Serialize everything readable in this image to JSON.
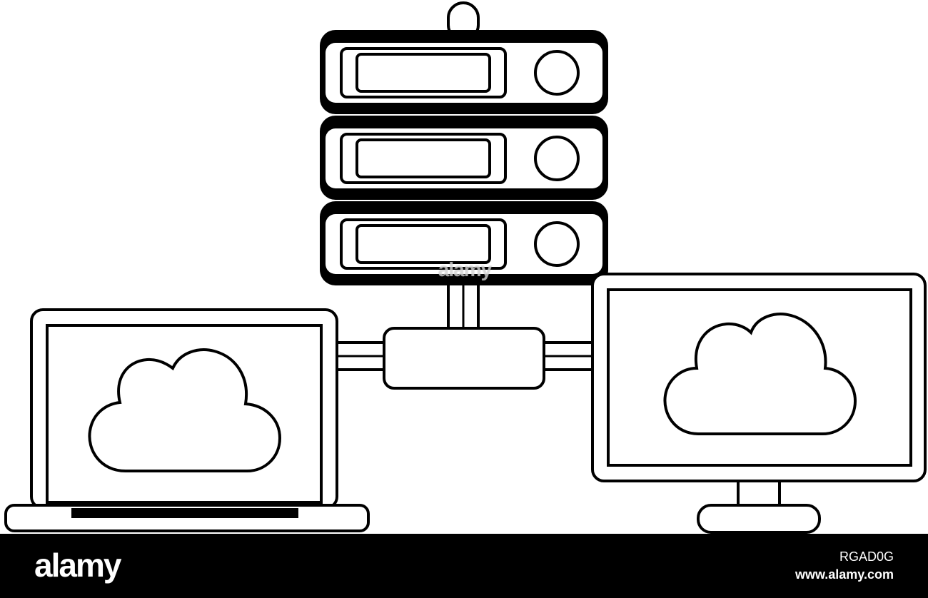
{
  "illustration": {
    "line_color": "#000000",
    "fill_color": "#ffffff",
    "server_drives": 3,
    "icons": [
      "server-rack-icon",
      "laptop-icon",
      "desktop-monitor-icon",
      "cloud-icon",
      "network-hub-icon"
    ]
  },
  "watermark": {
    "center_text": "alamy"
  },
  "footer": {
    "logo": "alamy",
    "image_id": "RGAD0G",
    "url": "www.alamy.com",
    "background": "#000000",
    "text_color": "#ffffff"
  }
}
